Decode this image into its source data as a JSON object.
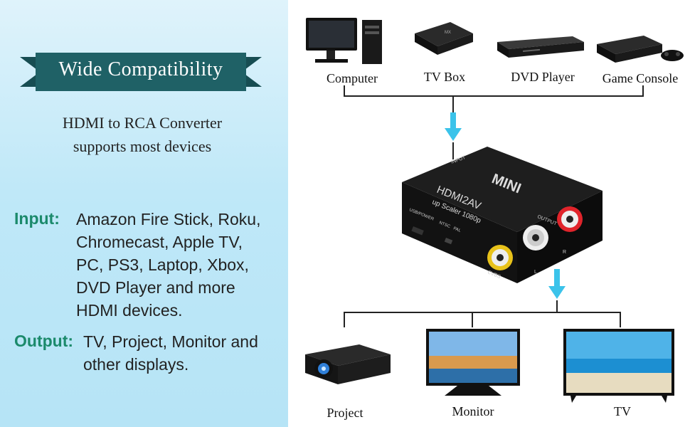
{
  "banner": {
    "title": "Wide Compatibility"
  },
  "subtitle": {
    "line1": "HDMI to RCA Converter",
    "line2": "supports most devices"
  },
  "input": {
    "label": "Input:",
    "lines": [
      "Amazon Fire Stick, Roku,",
      "Chromecast, Apple TV,",
      "PC, PS3, Laptop, Xbox,",
      "DVD Player and more",
      "HDMI devices."
    ]
  },
  "output": {
    "label": "Output:",
    "lines": [
      "TV, Project, Monitor and",
      "other displays."
    ]
  },
  "sources": [
    "Computer",
    "TV Box",
    "DVD Player",
    "Game Console"
  ],
  "displays": [
    "Project",
    "Monitor",
    "TV"
  ],
  "device": {
    "brand": "MINI",
    "model": "HDMI2AV",
    "spec": "up Scaler 1080p",
    "input_label": "INPUT",
    "output_label": "OUTPUT",
    "power_label": "USB/POWER",
    "ntsc": "NTSC",
    "pal": "PAL",
    "cvbs": "CVBS",
    "l": "L",
    "r": "R"
  },
  "colors": {
    "banner": "#1f6166",
    "label_green": "#1b8a6b",
    "arrow": "#3bc3ea"
  }
}
